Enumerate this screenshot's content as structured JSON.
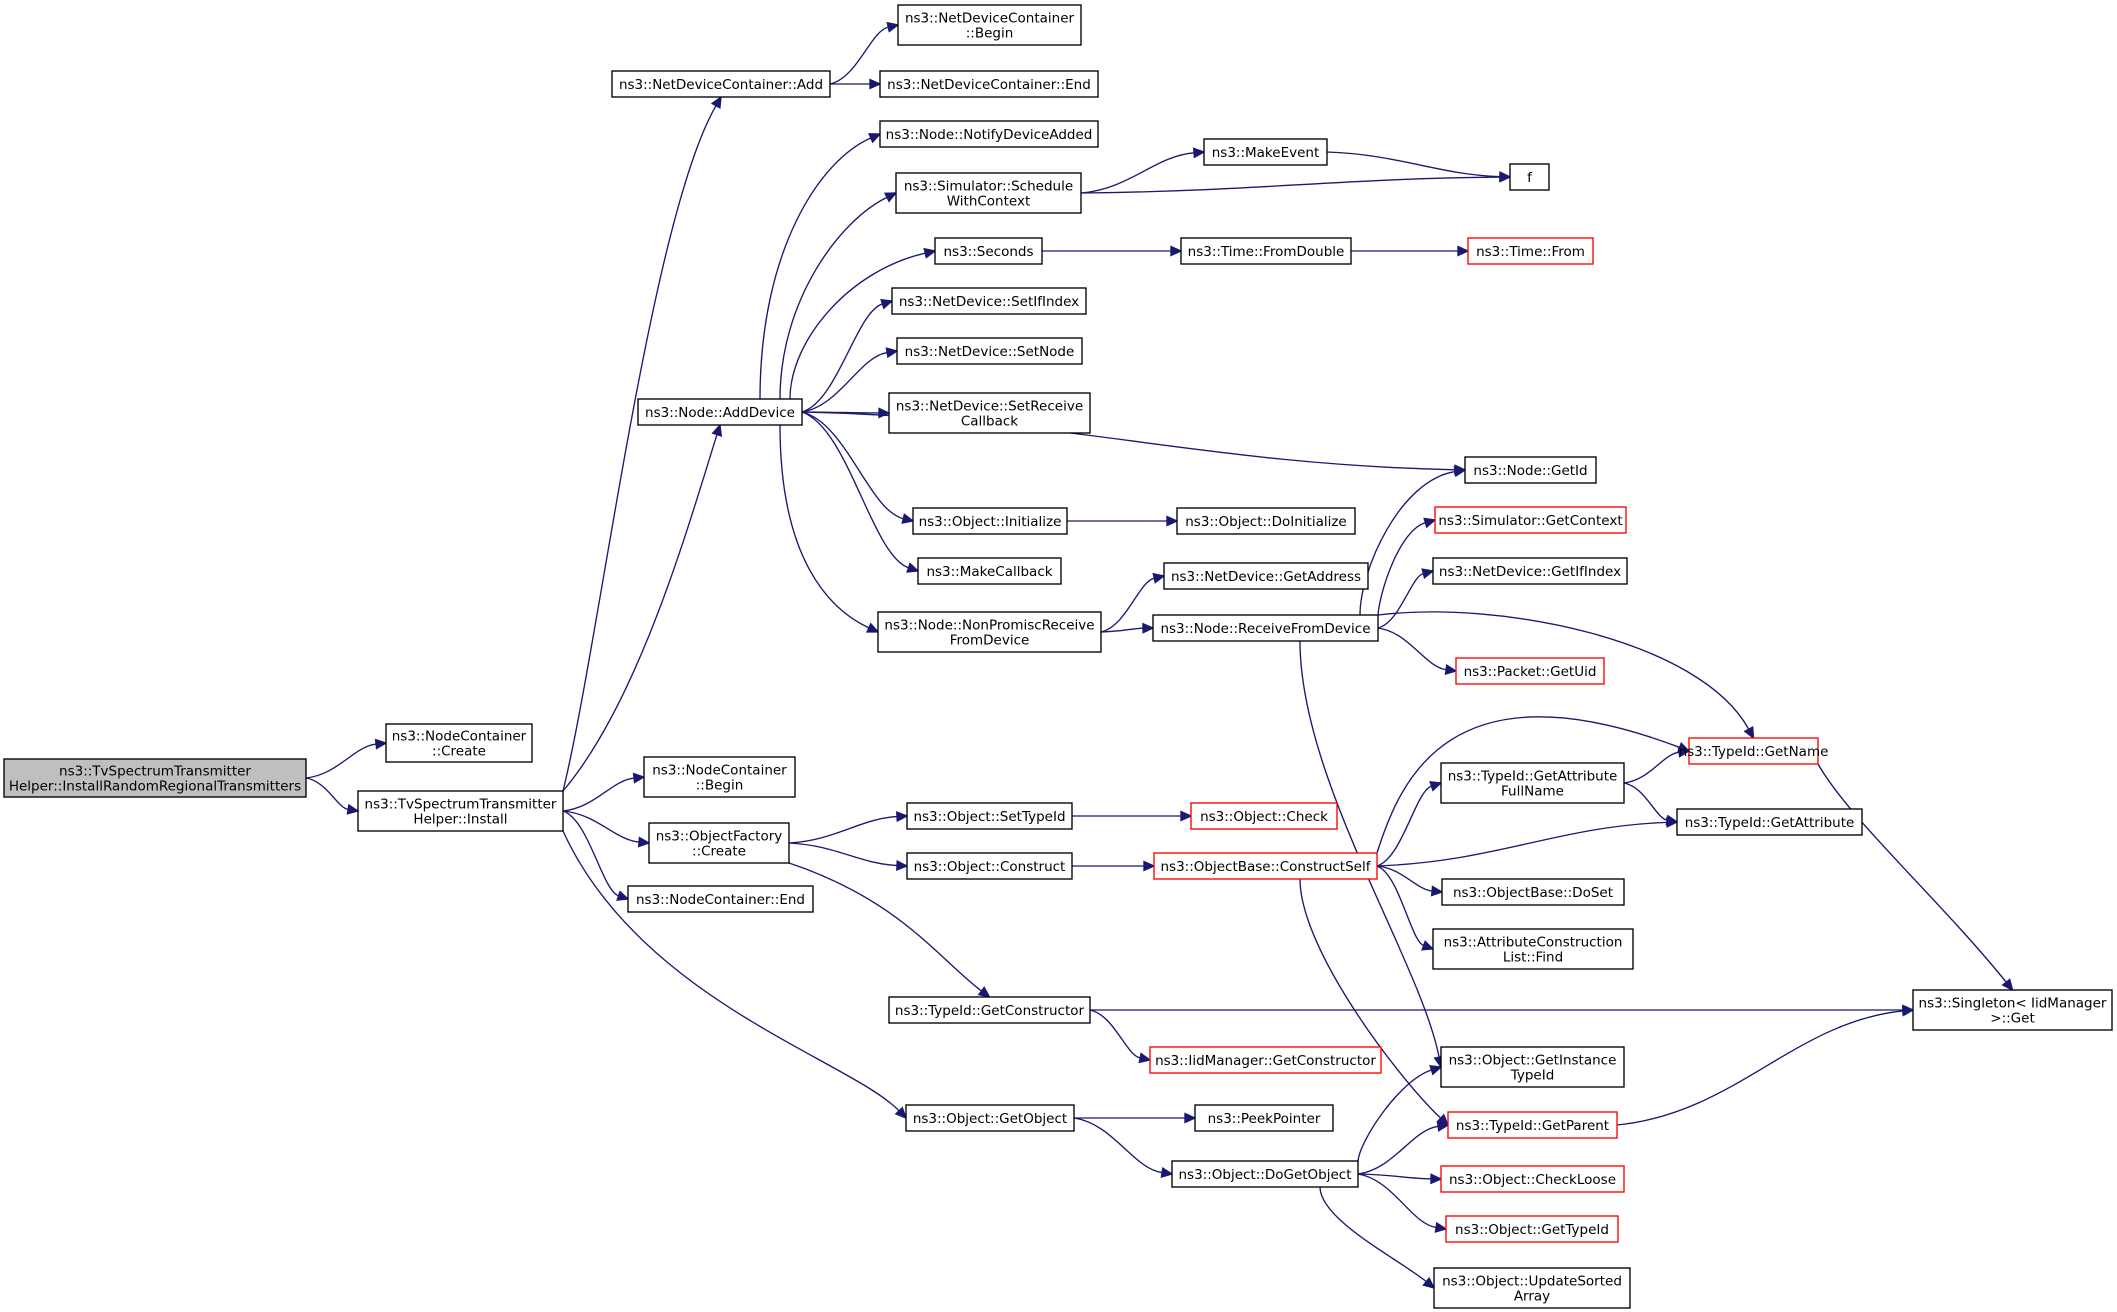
{
  "graph": {
    "edge_color": "#191970",
    "root_fill": "#bfbfbf",
    "truncated_border": "#ff0000",
    "nodes": [
      {
        "id": "root",
        "lines": [
          "ns3::TvSpectrumTransmitter",
          "Helper::InstallRandomRegionalTransmitters"
        ],
        "style": "root"
      },
      {
        "id": "nc_create",
        "lines": [
          "ns3::NodeContainer",
          "::Create"
        ],
        "style": "normal"
      },
      {
        "id": "install",
        "lines": [
          "ns3::TvSpectrumTransmitter",
          "Helper::Install"
        ],
        "style": "normal"
      },
      {
        "id": "ndc_add",
        "lines": [
          "ns3::NetDeviceContainer::Add"
        ],
        "style": "normal"
      },
      {
        "id": "ndc_begin",
        "lines": [
          "ns3::NetDeviceContainer",
          "::Begin"
        ],
        "style": "normal"
      },
      {
        "id": "ndc_end",
        "lines": [
          "ns3::NetDeviceContainer::End"
        ],
        "style": "normal"
      },
      {
        "id": "notify",
        "lines": [
          "ns3::Node::NotifyDeviceAdded"
        ],
        "style": "normal"
      },
      {
        "id": "schedule",
        "lines": [
          "ns3::Simulator::Schedule",
          "WithContext"
        ],
        "style": "normal"
      },
      {
        "id": "makeevent",
        "lines": [
          "ns3::MakeEvent"
        ],
        "style": "normal"
      },
      {
        "id": "f",
        "lines": [
          "f"
        ],
        "style": "normal"
      },
      {
        "id": "seconds",
        "lines": [
          "ns3::Seconds"
        ],
        "style": "normal"
      },
      {
        "id": "fromdouble",
        "lines": [
          "ns3::Time::FromDouble"
        ],
        "style": "normal"
      },
      {
        "id": "timefrom",
        "lines": [
          "ns3::Time::From"
        ],
        "style": "truncated"
      },
      {
        "id": "setifindex",
        "lines": [
          "ns3::NetDevice::SetIfIndex"
        ],
        "style": "normal"
      },
      {
        "id": "setnode",
        "lines": [
          "ns3::NetDevice::SetNode"
        ],
        "style": "normal"
      },
      {
        "id": "adddevice",
        "lines": [
          "ns3::Node::AddDevice"
        ],
        "style": "normal"
      },
      {
        "id": "setreceive",
        "lines": [
          "ns3::NetDevice::SetReceive",
          "Callback"
        ],
        "style": "normal"
      },
      {
        "id": "getid",
        "lines": [
          "ns3::Node::GetId"
        ],
        "style": "normal"
      },
      {
        "id": "initialize",
        "lines": [
          "ns3::Object::Initialize"
        ],
        "style": "normal"
      },
      {
        "id": "doinitialize",
        "lines": [
          "ns3::Object::DoInitialize"
        ],
        "style": "normal"
      },
      {
        "id": "getcontext",
        "lines": [
          "ns3::Simulator::GetContext"
        ],
        "style": "truncated"
      },
      {
        "id": "makecallback",
        "lines": [
          "ns3::MakeCallback"
        ],
        "style": "normal"
      },
      {
        "id": "getifindex",
        "lines": [
          "ns3::NetDevice::GetIfIndex"
        ],
        "style": "normal"
      },
      {
        "id": "getaddress",
        "lines": [
          "ns3::NetDevice::GetAddress"
        ],
        "style": "normal"
      },
      {
        "id": "nonpromisc",
        "lines": [
          "ns3::Node::NonPromiscReceive",
          "FromDevice"
        ],
        "style": "normal"
      },
      {
        "id": "receivefrom",
        "lines": [
          "ns3::Node::ReceiveFromDevice"
        ],
        "style": "normal"
      },
      {
        "id": "getuid",
        "lines": [
          "ns3::Packet::GetUid"
        ],
        "style": "truncated"
      },
      {
        "id": "nc_begin",
        "lines": [
          "ns3::NodeContainer",
          "::Begin"
        ],
        "style": "normal"
      },
      {
        "id": "getname",
        "lines": [
          "ns3::TypeId::GetName"
        ],
        "style": "truncated"
      },
      {
        "id": "getattrfull",
        "lines": [
          "ns3::TypeId::GetAttribute",
          "FullName"
        ],
        "style": "normal"
      },
      {
        "id": "setypeid",
        "lines": [
          "ns3::Object::SetTypeId"
        ],
        "style": "normal"
      },
      {
        "id": "check",
        "lines": [
          "ns3::Object::Check"
        ],
        "style": "truncated"
      },
      {
        "id": "getattribute",
        "lines": [
          "ns3::TypeId::GetAttribute"
        ],
        "style": "normal"
      },
      {
        "id": "factory",
        "lines": [
          "ns3::ObjectFactory",
          "::Create"
        ],
        "style": "normal"
      },
      {
        "id": "construct",
        "lines": [
          "ns3::Object::Construct"
        ],
        "style": "normal"
      },
      {
        "id": "constructself",
        "lines": [
          "ns3::ObjectBase::ConstructSelf"
        ],
        "style": "truncated"
      },
      {
        "id": "nc_end",
        "lines": [
          "ns3::NodeContainer::End"
        ],
        "style": "normal"
      },
      {
        "id": "doset",
        "lines": [
          "ns3::ObjectBase::DoSet"
        ],
        "style": "normal"
      },
      {
        "id": "acfind",
        "lines": [
          "ns3::AttributeConstruction",
          "List::Find"
        ],
        "style": "normal"
      },
      {
        "id": "getconstructor",
        "lines": [
          "ns3::TypeId::GetConstructor"
        ],
        "style": "normal"
      },
      {
        "id": "singleton",
        "lines": [
          "ns3::Singleton< IidManager",
          ">::Get"
        ],
        "style": "normal"
      },
      {
        "id": "iidgetconstructor",
        "lines": [
          "ns3::IidManager::GetConstructor"
        ],
        "style": "truncated"
      },
      {
        "id": "getinstancetid",
        "lines": [
          "ns3::Object::GetInstance",
          "TypeId"
        ],
        "style": "normal"
      },
      {
        "id": "getobject",
        "lines": [
          "ns3::Object::GetObject"
        ],
        "style": "normal"
      },
      {
        "id": "peekpointer",
        "lines": [
          "ns3::PeekPointer"
        ],
        "style": "normal"
      },
      {
        "id": "getparent",
        "lines": [
          "ns3::TypeId::GetParent"
        ],
        "style": "truncated"
      },
      {
        "id": "dogetobject",
        "lines": [
          "ns3::Object::DoGetObject"
        ],
        "style": "normal"
      },
      {
        "id": "checkloose",
        "lines": [
          "ns3::Object::CheckLoose"
        ],
        "style": "truncated"
      },
      {
        "id": "gettypeid",
        "lines": [
          "ns3::Object::GetTypeId"
        ],
        "style": "truncated"
      },
      {
        "id": "updatesorted",
        "lines": [
          "ns3::Object::UpdateSorted",
          "Array"
        ],
        "style": "normal"
      }
    ],
    "edges": [
      [
        "root",
        "nc_create"
      ],
      [
        "root",
        "install"
      ],
      [
        "install",
        "ndc_add"
      ],
      [
        "install",
        "adddevice"
      ],
      [
        "install",
        "nc_begin"
      ],
      [
        "install",
        "factory"
      ],
      [
        "install",
        "nc_end"
      ],
      [
        "install",
        "getobject"
      ],
      [
        "ndc_add",
        "ndc_begin"
      ],
      [
        "ndc_add",
        "ndc_end"
      ],
      [
        "adddevice",
        "notify"
      ],
      [
        "adddevice",
        "schedule"
      ],
      [
        "adddevice",
        "seconds"
      ],
      [
        "adddevice",
        "setifindex"
      ],
      [
        "adddevice",
        "setnode"
      ],
      [
        "adddevice",
        "setreceive"
      ],
      [
        "adddevice",
        "getid"
      ],
      [
        "adddevice",
        "initialize"
      ],
      [
        "adddevice",
        "makecallback"
      ],
      [
        "adddevice",
        "nonpromisc"
      ],
      [
        "schedule",
        "makeevent"
      ],
      [
        "schedule",
        "f"
      ],
      [
        "makeevent",
        "f"
      ],
      [
        "seconds",
        "fromdouble"
      ],
      [
        "fromdouble",
        "timefrom"
      ],
      [
        "initialize",
        "doinitialize"
      ],
      [
        "nonpromisc",
        "getaddress"
      ],
      [
        "nonpromisc",
        "receivefrom"
      ],
      [
        "receivefrom",
        "getid"
      ],
      [
        "receivefrom",
        "getcontext"
      ],
      [
        "receivefrom",
        "getifindex"
      ],
      [
        "receivefrom",
        "getuid"
      ],
      [
        "receivefrom",
        "getname"
      ],
      [
        "receivefrom",
        "getinstancetid"
      ],
      [
        "factory",
        "setypeid"
      ],
      [
        "factory",
        "construct"
      ],
      [
        "factory",
        "getconstructor"
      ],
      [
        "setypeid",
        "check"
      ],
      [
        "construct",
        "constructself"
      ],
      [
        "constructself",
        "getname"
      ],
      [
        "constructself",
        "getattrfull"
      ],
      [
        "constructself",
        "getattribute"
      ],
      [
        "constructself",
        "doset"
      ],
      [
        "constructself",
        "acfind"
      ],
      [
        "constructself",
        "getparent"
      ],
      [
        "getattrfull",
        "getname"
      ],
      [
        "getattrfull",
        "getattribute"
      ],
      [
        "getname",
        "singleton"
      ],
      [
        "getconstructor",
        "singleton"
      ],
      [
        "getconstructor",
        "iidgetconstructor"
      ],
      [
        "getparent",
        "singleton"
      ],
      [
        "getobject",
        "peekpointer"
      ],
      [
        "getobject",
        "dogetobject"
      ],
      [
        "dogetobject",
        "getinstancetid"
      ],
      [
        "dogetobject",
        "getparent"
      ],
      [
        "dogetobject",
        "checkloose"
      ],
      [
        "dogetobject",
        "gettypeid"
      ],
      [
        "dogetobject",
        "updatesorted"
      ]
    ]
  }
}
